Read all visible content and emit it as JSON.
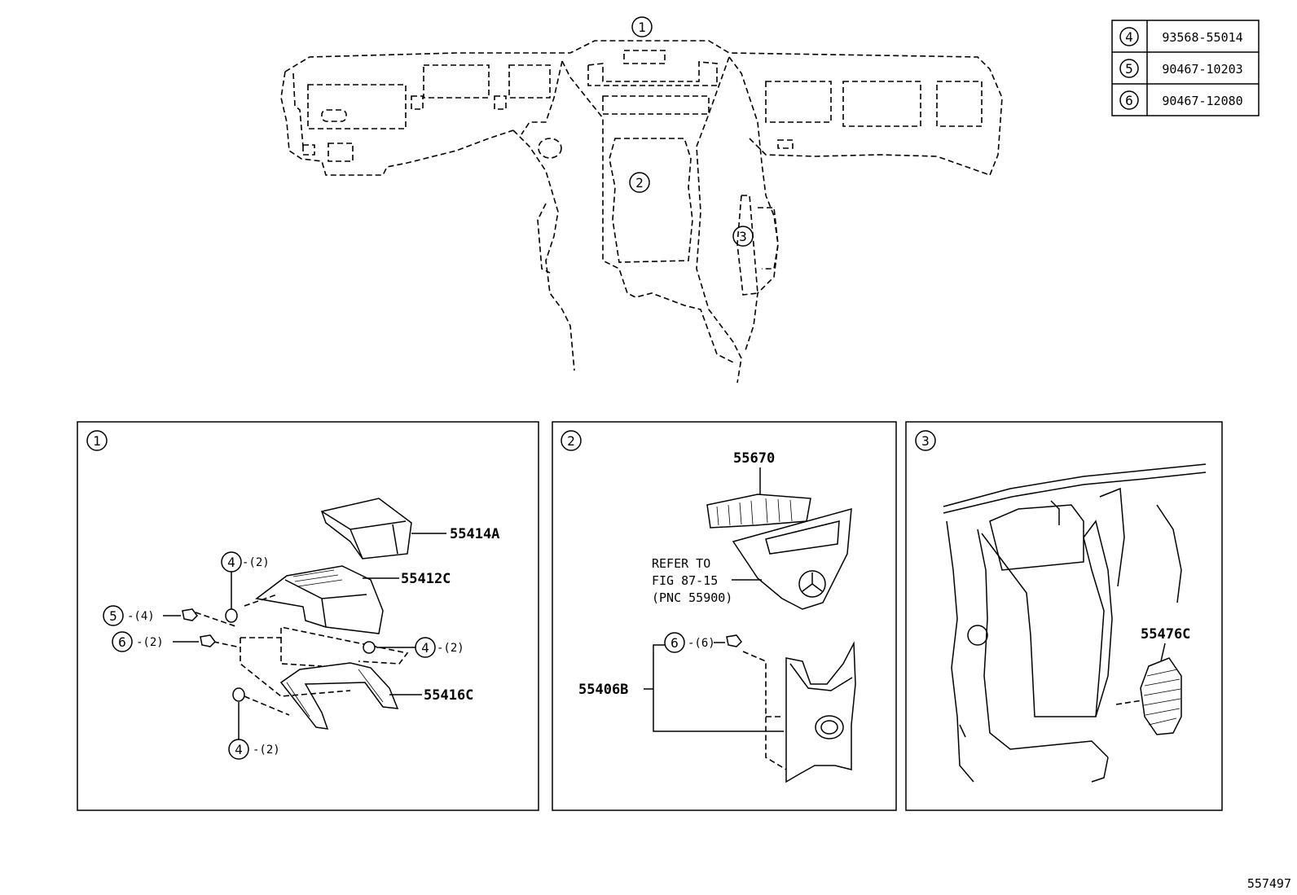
{
  "figure_number": "557497",
  "fastener_table": [
    {
      "ref": "4",
      "part": "93568-55014"
    },
    {
      "ref": "5",
      "part": "90467-10203"
    },
    {
      "ref": "6",
      "part": "90467-12080"
    }
  ],
  "overview": {
    "callouts": [
      "1",
      "2",
      "3"
    ]
  },
  "panel_1": {
    "number": "1",
    "parts": {
      "p1": "55414A",
      "p2": "55412C",
      "p3": "55416C"
    },
    "fasteners": [
      {
        "ref": "4",
        "qty": "-(2)"
      },
      {
        "ref": "5",
        "qty": "-(4)"
      },
      {
        "ref": "6",
        "qty": "-(2)"
      },
      {
        "ref": "4",
        "qty": "-(2)"
      },
      {
        "ref": "4",
        "qty": "-(2)"
      }
    ]
  },
  "panel_2": {
    "number": "2",
    "parts": {
      "p1": "55670",
      "p2": "55406B"
    },
    "note": [
      "REFER TO",
      "FIG 87-15",
      "(PNC 55900)"
    ],
    "fastener": {
      "ref": "6",
      "qty": "-(6)"
    }
  },
  "panel_3": {
    "number": "3",
    "parts": {
      "p1": "55476C"
    }
  }
}
